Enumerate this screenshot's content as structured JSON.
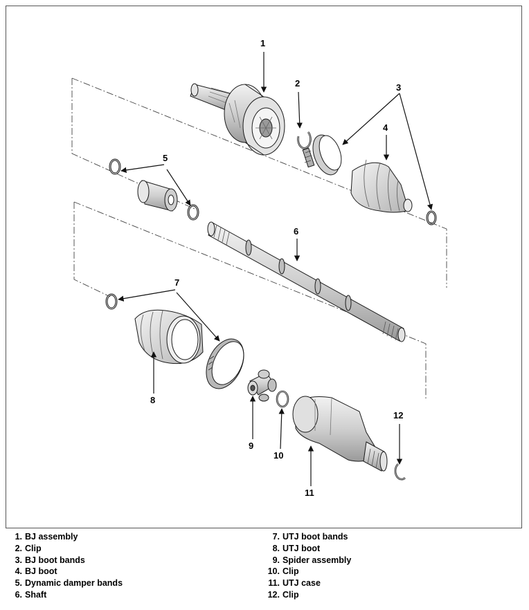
{
  "callouts": [
    "1",
    "2",
    "3",
    "4",
    "5",
    "6",
    "7",
    "8",
    "9",
    "10",
    "11",
    "12"
  ],
  "legend": {
    "left": [
      {
        "num": "1.",
        "text": "BJ assembly"
      },
      {
        "num": "2.",
        "text": "Clip"
      },
      {
        "num": "3.",
        "text": "BJ boot bands"
      },
      {
        "num": "4.",
        "text": "BJ boot"
      },
      {
        "num": "5.",
        "text": "Dynamic damper bands"
      },
      {
        "num": "6.",
        "text": "Shaft"
      }
    ],
    "right": [
      {
        "num": "7.",
        "text": "UTJ boot bands"
      },
      {
        "num": "8.",
        "text": "UTJ boot"
      },
      {
        "num": "9.",
        "text": "Spider assembly"
      },
      {
        "num": "10.",
        "text": "Clip"
      },
      {
        "num": "11.",
        "text": "UTJ case"
      },
      {
        "num": "12.",
        "text": "Clip"
      }
    ]
  },
  "colors": {
    "line": "#1a1a1a",
    "shade": "#d9d9d9",
    "mid": "#bdbdbd",
    "dark": "#8c8c8c"
  }
}
